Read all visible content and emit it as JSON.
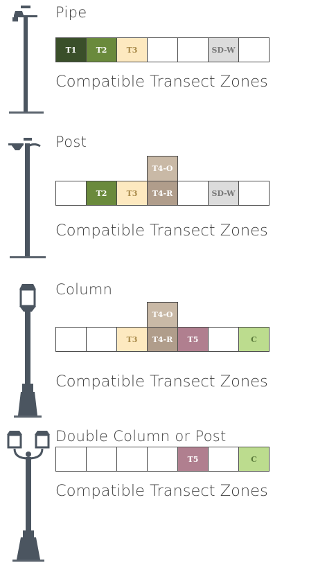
{
  "colors": {
    "T1": "#3a4f2a",
    "T2": "#6a8a3c",
    "T3": "#fde9c0",
    "T4-O": "#c9b9a6",
    "T4-R": "#b09d8b",
    "T5": "#b07f8f",
    "SD-W": "#dcdcdc",
    "C": "#bcdc8e",
    "empty": "#ffffff",
    "lamp": "#4b5560"
  },
  "caption_text": "Compatible Transect Zones",
  "sections": [
    {
      "title": "Pipe",
      "lamp_icon": "pipe-lamp-icon",
      "cells": [
        {
          "label": "T1",
          "fill": "#3a4f2a",
          "text_color": "#ffffff"
        },
        {
          "label": "T2",
          "fill": "#6a8a3c",
          "text_color": "#ffffff"
        },
        {
          "label": "T3",
          "fill": "#fde9c0",
          "text_color": "#a98a4a"
        },
        {
          "label": "",
          "fill": "#ffffff"
        },
        {
          "label": "",
          "fill": "#ffffff"
        },
        {
          "label": "SD-W",
          "fill": "#dcdcdc",
          "text_color": "#777777"
        },
        {
          "label": "",
          "fill": "#ffffff"
        }
      ],
      "stacked": []
    },
    {
      "title": "Post",
      "lamp_icon": "post-lamp-icon",
      "cells": [
        {
          "label": "",
          "fill": "#ffffff"
        },
        {
          "label": "T2",
          "fill": "#6a8a3c",
          "text_color": "#ffffff"
        },
        {
          "label": "T3",
          "fill": "#fde9c0",
          "text_color": "#a98a4a"
        },
        {
          "label": "T4-R",
          "fill": "#b09d8b",
          "text_color": "#ffffff"
        },
        {
          "label": "",
          "fill": "#ffffff"
        },
        {
          "label": "SD-W",
          "fill": "#dcdcdc",
          "text_color": "#777777"
        },
        {
          "label": "",
          "fill": "#ffffff"
        }
      ],
      "stacked": [
        {
          "column": 4,
          "label": "T4-O",
          "fill": "#c9b9a6",
          "text_color": "#ffffff"
        }
      ]
    },
    {
      "title": "Column",
      "lamp_icon": "column-lamp-icon",
      "cells": [
        {
          "label": "",
          "fill": "#ffffff"
        },
        {
          "label": "",
          "fill": "#ffffff"
        },
        {
          "label": "T3",
          "fill": "#fde9c0",
          "text_color": "#a98a4a"
        },
        {
          "label": "T4-R",
          "fill": "#b09d8b",
          "text_color": "#ffffff"
        },
        {
          "label": "T5",
          "fill": "#b07f8f",
          "text_color": "#ffffff"
        },
        {
          "label": "",
          "fill": "#ffffff"
        },
        {
          "label": "C",
          "fill": "#bcdc8e",
          "text_color": "#5a7a3a"
        }
      ],
      "stacked": [
        {
          "column": 4,
          "label": "T4-O",
          "fill": "#c9b9a6",
          "text_color": "#ffffff"
        }
      ]
    },
    {
      "title": "Double Column or Post",
      "lamp_icon": "double-column-lamp-icon",
      "cells": [
        {
          "label": "",
          "fill": "#ffffff"
        },
        {
          "label": "",
          "fill": "#ffffff"
        },
        {
          "label": "",
          "fill": "#ffffff"
        },
        {
          "label": "",
          "fill": "#ffffff"
        },
        {
          "label": "T5",
          "fill": "#b07f8f",
          "text_color": "#ffffff"
        },
        {
          "label": "",
          "fill": "#ffffff"
        },
        {
          "label": "C",
          "fill": "#bcdc8e",
          "text_color": "#5a7a3a"
        }
      ],
      "stacked": []
    }
  ]
}
